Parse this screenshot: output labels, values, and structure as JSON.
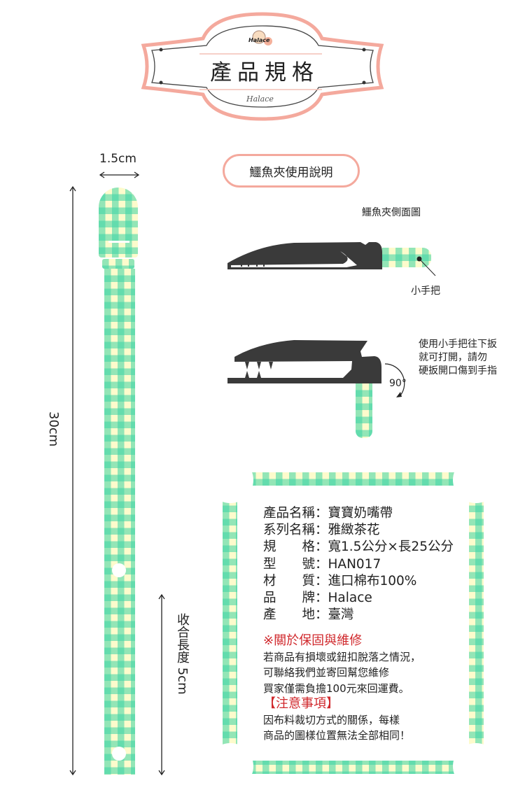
{
  "header": {
    "title": "產品規格",
    "brand": "Halace"
  },
  "dimensions": {
    "width": "1.5cm",
    "length": "30cm",
    "folded": "收合長度 5cm"
  },
  "clip_guide": {
    "title": "鱷魚夾使用說明",
    "side_view_label": "鱷魚夾側面圖",
    "handle_label": "小手把",
    "angle": "90°",
    "instruction_lines": [
      "使用小手把往下扳",
      "就可打開，請勿",
      "硬扳開口傷到手指"
    ]
  },
  "specs": [
    "產品名稱：寶寶奶嘴帶",
    "系列名稱：雅緻茶花",
    "規　　格：寬1.5公分×長25公分",
    "型　　號：HAN017",
    "材　　質：進口棉布100%",
    "品　　牌：Halace",
    "產　　地：臺灣"
  ],
  "warranty": {
    "heading": "※關於保固與維修",
    "lines": [
      "若商品有損壞或鈕扣脫落之情況，",
      "可聯絡我們並寄回幫您維修",
      "買家僅需負擔100元來回運費。"
    ]
  },
  "notice": {
    "heading": "【注意事項】",
    "lines": [
      "因布料裁切方式的關係，每樣",
      "商品的圖樣位置無法全部相同！"
    ]
  },
  "colors": {
    "accent_pink": "#f4a99d",
    "mint": "#3cd4a5",
    "cream": "#fdfbcc",
    "clip": "#3a3a3a",
    "red": "#d0282c"
  }
}
